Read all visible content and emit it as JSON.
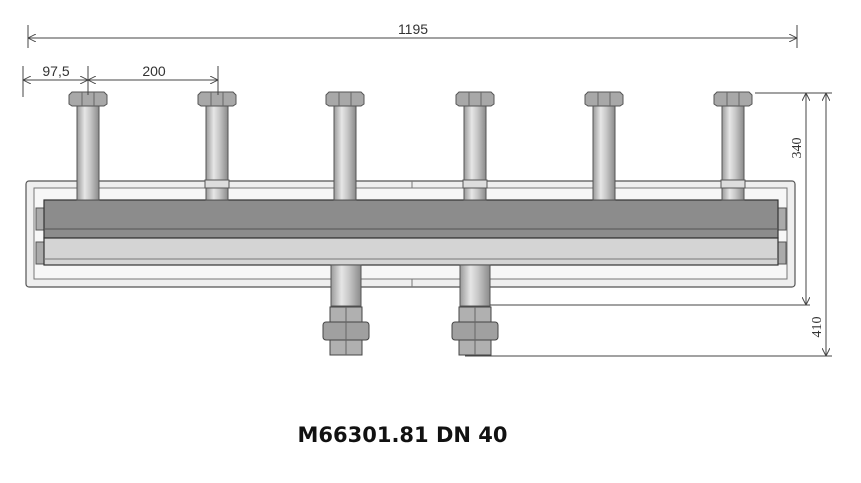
{
  "dimensions": {
    "overall_width": "1195",
    "first_offset": "97,5",
    "spacing": "200",
    "height_upper": "340",
    "height_total": "410"
  },
  "title": "M66301.81 DN 40",
  "colors": {
    "header_dark": "#8c8c8c",
    "header_light": "#d4d4d4",
    "insulation": "#ececec",
    "line": "#444444"
  }
}
